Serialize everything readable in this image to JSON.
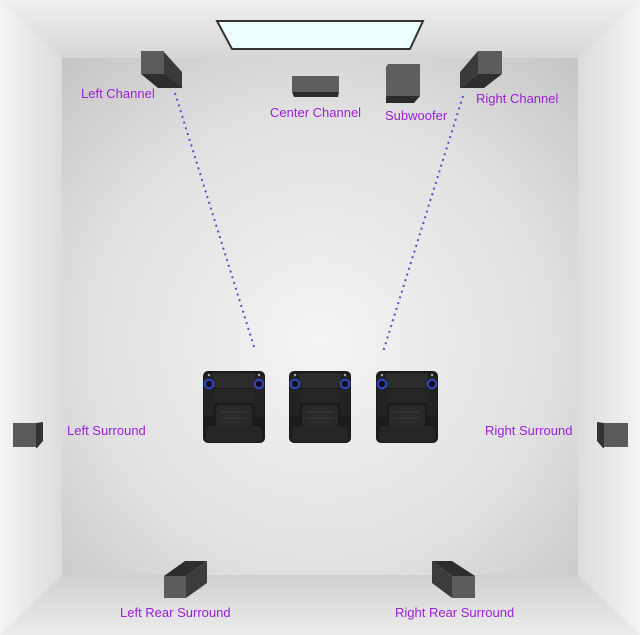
{
  "colors": {
    "label": "#9b1fd6",
    "ray": "#4a55c9",
    "speaker_front": "#5c5c5c",
    "speaker_side": "#3a3a3a",
    "speaker_top": "#2e2e2e",
    "screen_fill": "#ecfffe",
    "screen_stroke": "#333333"
  },
  "room": {
    "screen": {
      "name": "projection-screen"
    },
    "speakers": [
      {
        "id": "left-channel",
        "label": "Left Channel"
      },
      {
        "id": "center-channel",
        "label": "Center Channel"
      },
      {
        "id": "subwoofer",
        "label": "Subwoofer"
      },
      {
        "id": "right-channel",
        "label": "Right Channel"
      },
      {
        "id": "left-surround",
        "label": "Left Surround"
      },
      {
        "id": "right-surround",
        "label": "Right Surround"
      },
      {
        "id": "left-rear-surround",
        "label": "Left Rear Surround"
      },
      {
        "id": "right-rear-surround",
        "label": "Right Rear Surround"
      }
    ],
    "seats": [
      {
        "id": "seat-left"
      },
      {
        "id": "seat-center"
      },
      {
        "id": "seat-right"
      }
    ]
  }
}
